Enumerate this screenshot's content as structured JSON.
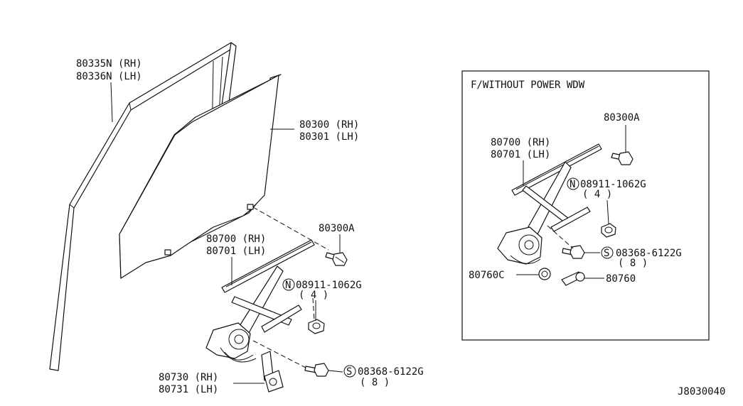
{
  "diagram_id": "J8030040",
  "main_parts": {
    "sash_rh": "80335N (RH)",
    "sash_lh": "80336N (LH)",
    "glass_rh": "80300 (RH)",
    "glass_lh": "80301 (LH)",
    "bolt": "80300A",
    "regulator_rh": "80700 (RH)",
    "regulator_lh": "80701 (LH)",
    "nut_prefix": "N",
    "nut": "08911-1062G",
    "nut_qty": "( 4 )",
    "screw_prefix": "S",
    "screw": "08368-6122G",
    "screw_qty": "( 8 )",
    "motor_rh": "80730 (RH)",
    "motor_lh": "80731 (LH)"
  },
  "inset": {
    "title": "F/WITHOUT POWER WDW",
    "bolt": "80300A",
    "regulator_rh": "80700 (RH)",
    "regulator_lh": "80701 (LH)",
    "nut_prefix": "N",
    "nut": "08911-1062G",
    "nut_qty": "( 4 )",
    "screw_prefix": "S",
    "screw": "08368-6122G",
    "screw_qty": "( 8 )",
    "washer": "80760C",
    "handle": "80760"
  }
}
